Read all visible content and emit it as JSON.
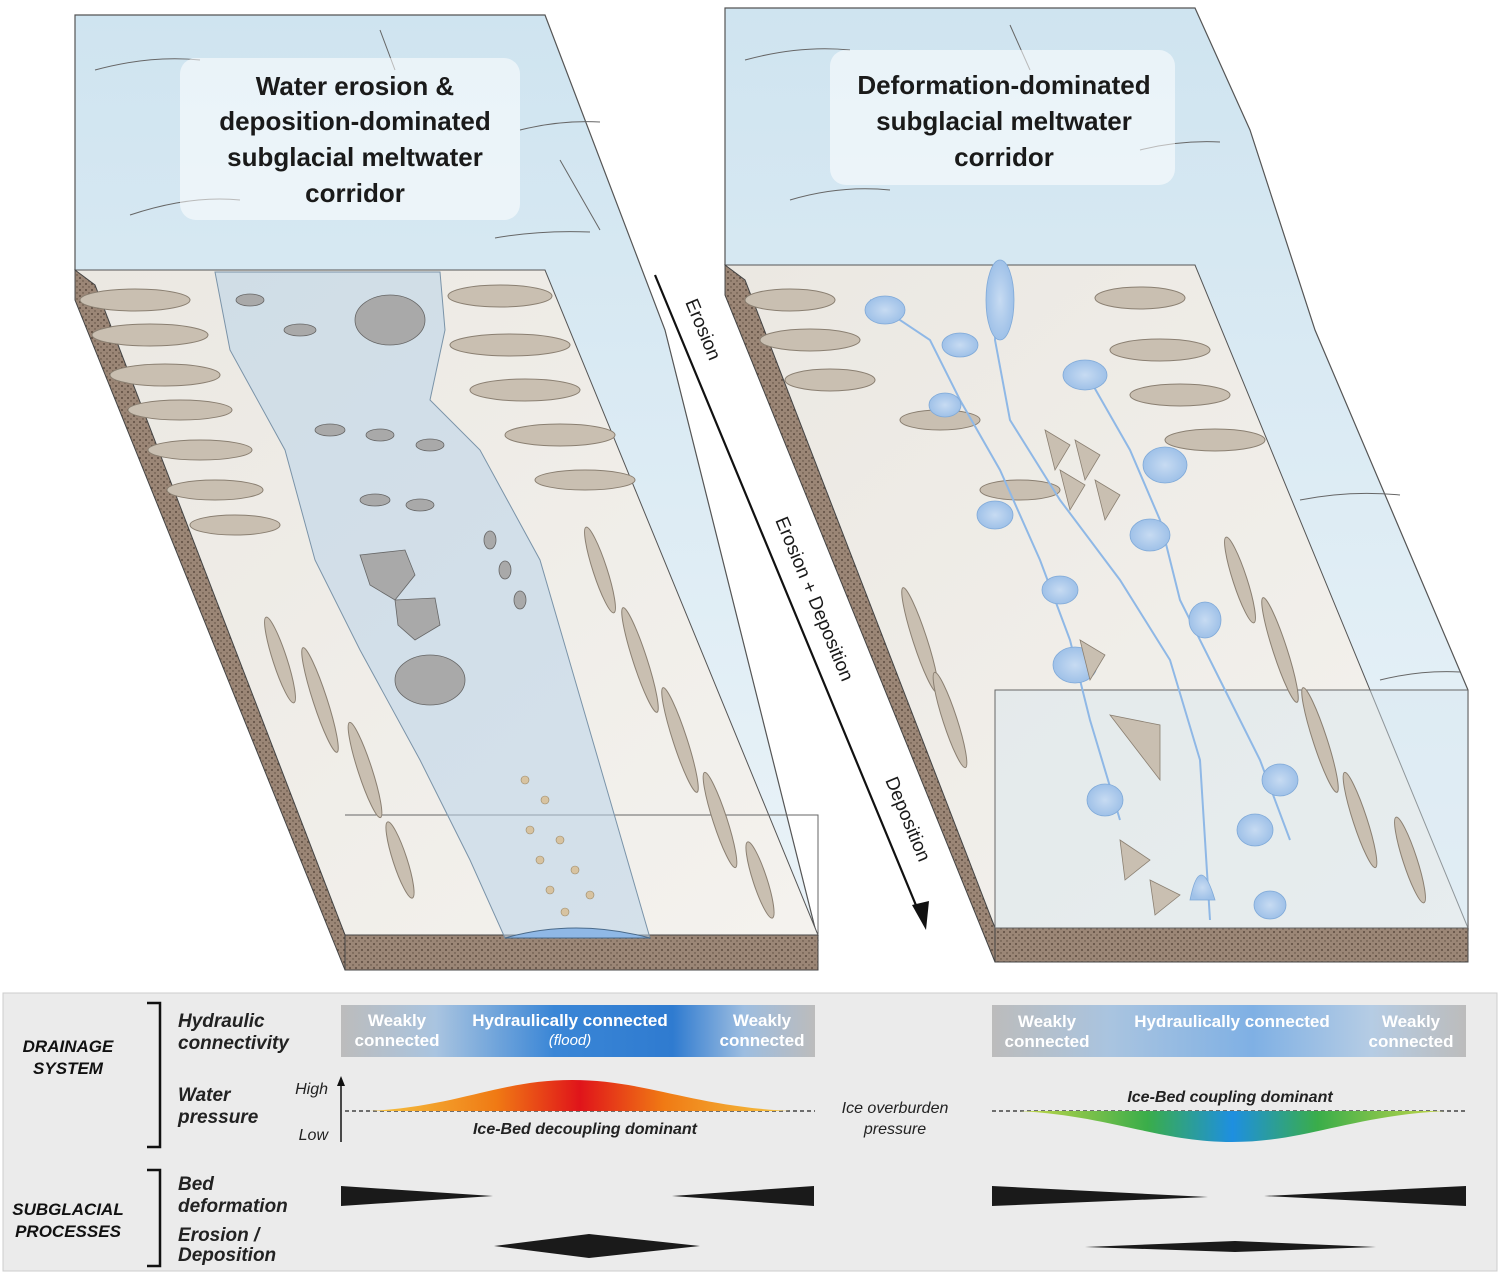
{
  "left_panel": {
    "title_lines": [
      "Water erosion &",
      "deposition-dominated",
      "subglacial meltwater",
      "corridor"
    ]
  },
  "right_panel": {
    "title_lines": [
      "Deformation-dominated",
      "subglacial meltwater",
      "corridor"
    ]
  },
  "flow_arrow": {
    "labels": [
      "Erosion",
      "Erosion + Deposition",
      "Deposition"
    ]
  },
  "legend": {
    "group_drainage": [
      "DRAINAGE",
      "SYSTEM"
    ],
    "group_processes": [
      "SUBGLACIAL",
      "PROCESSES"
    ],
    "row_hydraulic": [
      "Hydraulic",
      "connectivity"
    ],
    "row_water": [
      "Water",
      "pressure"
    ],
    "row_bed": [
      "Bed",
      "deformation"
    ],
    "row_erosion": [
      "Erosion /",
      "Deposition"
    ],
    "axis_high": "High",
    "axis_low": "Low",
    "ice_overburden": [
      "Ice overburden",
      "pressure"
    ],
    "left": {
      "weak_left": [
        "Weakly",
        "connected"
      ],
      "connected": "Hydraulically connected",
      "flood": "(flood)",
      "weak_right": [
        "Weakly",
        "connected"
      ],
      "dominant": "Ice-Bed decoupling dominant"
    },
    "right": {
      "weak_left": [
        "Weakly",
        "connected"
      ],
      "connected": "Hydraulically connected",
      "weak_right": [
        "Weakly",
        "connected"
      ],
      "dominant": "Ice-Bed coupling dominant"
    }
  },
  "colors": {
    "ice": "#dcebf3",
    "bed": "#efece6",
    "sediment": "#9b8676",
    "water": "#a9c8ea",
    "connected_blue": "#2f7bd0",
    "weak_gray": "#bcbcbc",
    "pressure_high": "#e0141a",
    "pressure_low": "#1e8fe0"
  }
}
